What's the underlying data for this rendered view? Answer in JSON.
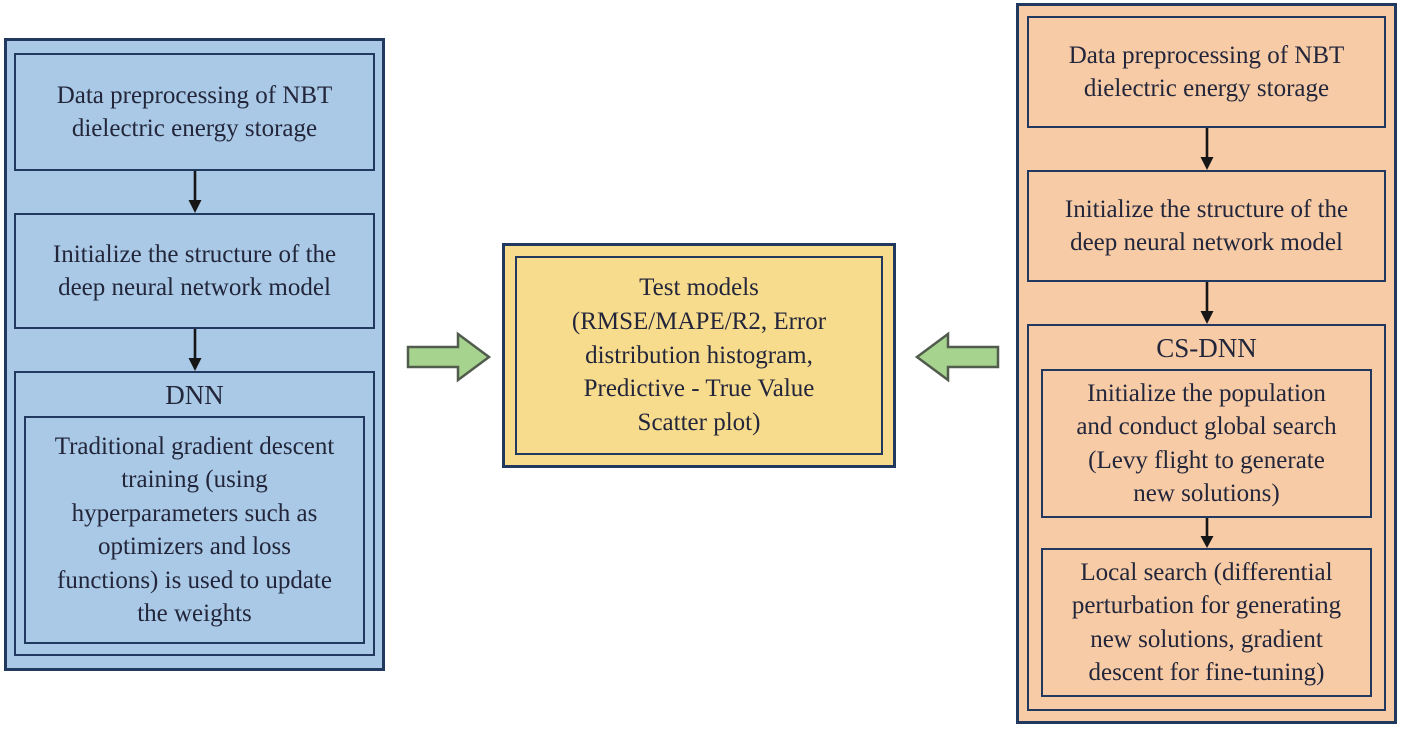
{
  "figure": {
    "left_panel": {
      "steps": [
        "Data preprocessing of NBT\ndielectric energy storage",
        "Initialize the structure of the\ndeep neural network model"
      ],
      "group": {
        "title": "DNN",
        "body": "Traditional gradient descent\ntraining (using\nhyperparameters such as\noptimizers and loss\nfunctions) is used to update\nthe weights"
      }
    },
    "center_box": {
      "text": "Test models\n(RMSE/MAPE/R2, Error\ndistribution histogram,\nPredictive - True Value\nScatter plot)"
    },
    "right_panel": {
      "steps": [
        "Data preprocessing of NBT\ndielectric energy storage",
        "Initialize the structure of the\ndeep neural network model"
      ],
      "group": {
        "title": "CS-DNN",
        "steps": [
          "Initialize the population\nand conduct global search\n(Levy flight to generate\nnew solutions)",
          "Local search (differential\nperturbation for generating\nnew solutions, gradient\ndescent for fine-tuning)"
        ]
      }
    },
    "icons": {
      "down_arrow": "down-arrow-icon",
      "right_arrow": "arrow-right-icon",
      "left_arrow": "arrow-left-icon"
    }
  },
  "colors": {
    "left_panel_fill": "#a9c9e6",
    "right_panel_fill": "#f6cba6",
    "center_fill": "#f8dc8e",
    "box_border": "#21395e",
    "green_arrow_fill": "#a6d38e",
    "green_arrow_stroke": "#515c4d",
    "flow_arrow": "#161616",
    "text": "#23263a"
  }
}
